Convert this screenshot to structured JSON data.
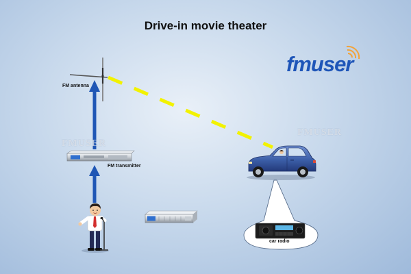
{
  "title": "Drive-in movie theater",
  "logo": "fmuser",
  "watermarks": [
    "FMUSER",
    "FMUSER"
  ],
  "labels": {
    "antenna": "FM antenna",
    "transmitter": "FM transmitter",
    "radio": "car radio"
  },
  "colors": {
    "arrow": "#1f56b5",
    "signal": "#f2f200",
    "car": "#3c5fa8",
    "logo": "#1e55b8"
  }
}
